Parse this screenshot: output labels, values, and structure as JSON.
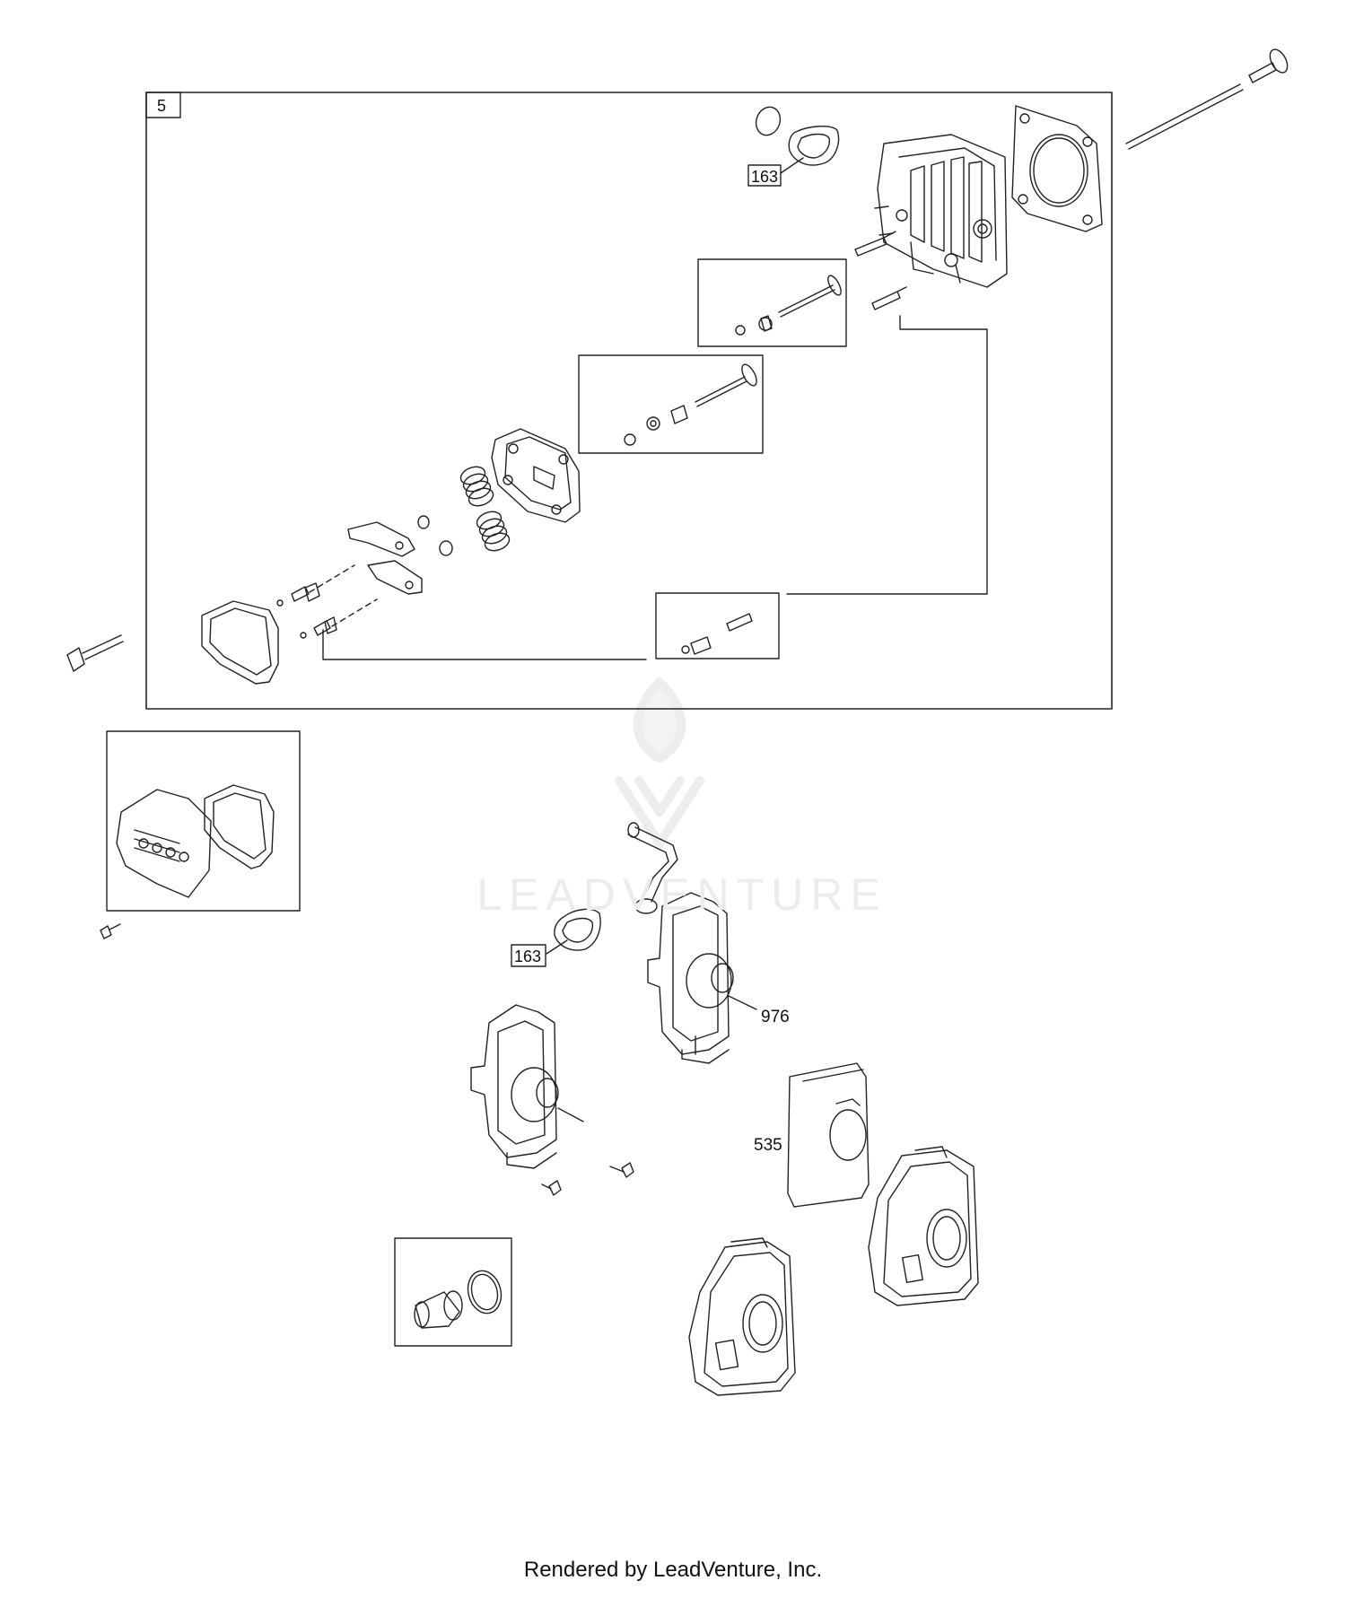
{
  "diagram": {
    "assembly_label": "5",
    "callouts": {
      "gasket_top": "163",
      "gasket_mid": "163",
      "base": "976",
      "filter": "535"
    },
    "watermark": "LEADVENTURE",
    "footer": "Rendered by LeadVenture, Inc."
  }
}
